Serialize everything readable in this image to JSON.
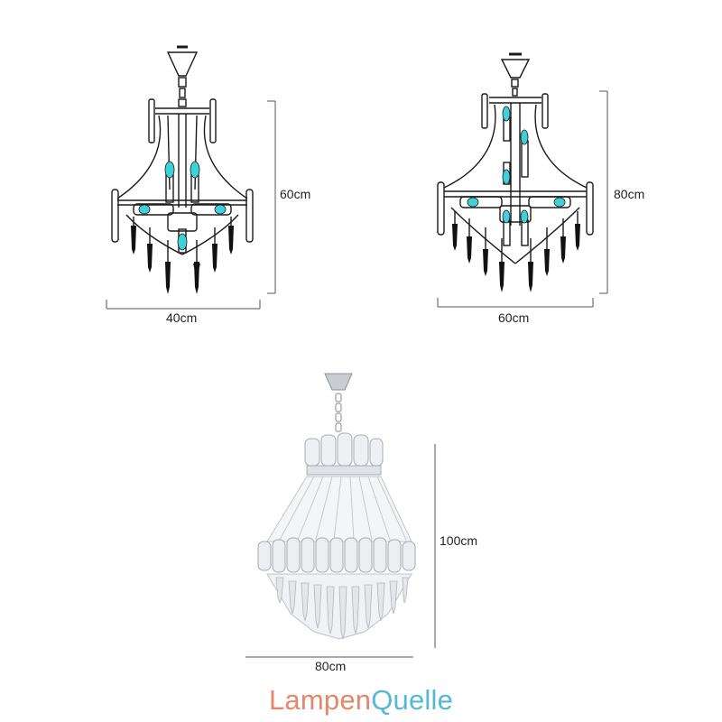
{
  "products": [
    {
      "height_label": "60cm",
      "width_label": "40cm",
      "style": "line-drawing"
    },
    {
      "height_label": "80cm",
      "width_label": "60cm",
      "style": "line-drawing"
    },
    {
      "height_label": "100cm",
      "width_label": "80cm",
      "style": "photo"
    }
  ],
  "brand": {
    "part1": "Lampen",
    "part2": "Quelle",
    "color1": "#e4876a",
    "color2": "#56b8d6"
  },
  "colors": {
    "line": "#1a1a1a",
    "bulb": "#3fd0d8",
    "dimension": "#555555",
    "crystal": "#b8bcc4"
  }
}
